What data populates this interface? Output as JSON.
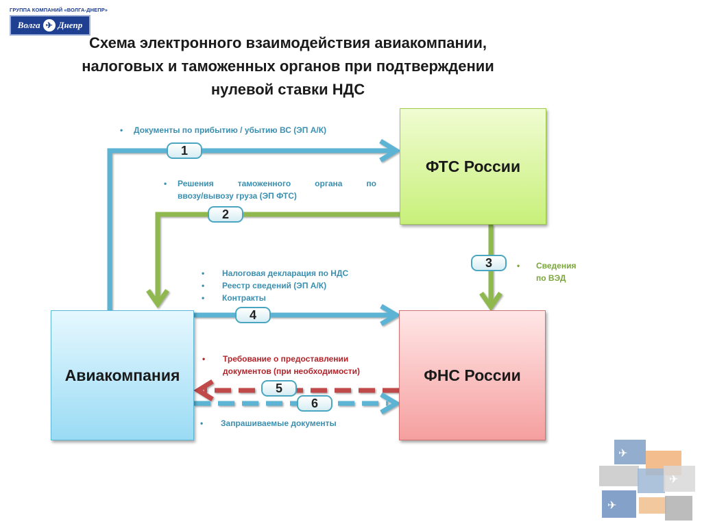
{
  "logo": {
    "group_text": "ГРУППА КОМПАНИЙ «ВОЛГА-ДНЕПР»",
    "name_left": "Волга",
    "name_right": "Днепр",
    "emblem": "airplane-emblem-icon"
  },
  "title": "Схема электронного взаимодействия авиакомпании,\nналоговых и таможенных   органов при подтверждении\nнулевой ставки НДС",
  "nodes": {
    "fts": "ФТС России",
    "fns": "ФНС России",
    "airline": "Авиакомпания"
  },
  "steps": [
    {
      "num": "1",
      "items": [
        "Документы по прибытию / убытию ВС (ЭП А/К)"
      ]
    },
    {
      "num": "2",
      "line1": "Решения      таможенного      органа      по",
      "line2": "ввозу/вывозу груза (ЭП ФТС)"
    },
    {
      "num": "3",
      "line1": "Сведения",
      "line2": "по ВЭД"
    },
    {
      "num": "4",
      "items": [
        "Налоговая декларация по НДС",
        "Реестр сведений (ЭП А/К)",
        "Контракты"
      ]
    },
    {
      "num": "5",
      "items": [
        "Требование о предоставлении\nдокументов (при необходимости)"
      ]
    },
    {
      "num": "6",
      "items": [
        "Запрашиваемые документы"
      ]
    }
  ],
  "colors": {
    "blue": "#5bb3d3",
    "green": "#8fb84f",
    "red": "#c04a4a",
    "blue_text": "#3a8fb0",
    "green_text": "#7aa63a",
    "red_text": "#b0242a"
  }
}
